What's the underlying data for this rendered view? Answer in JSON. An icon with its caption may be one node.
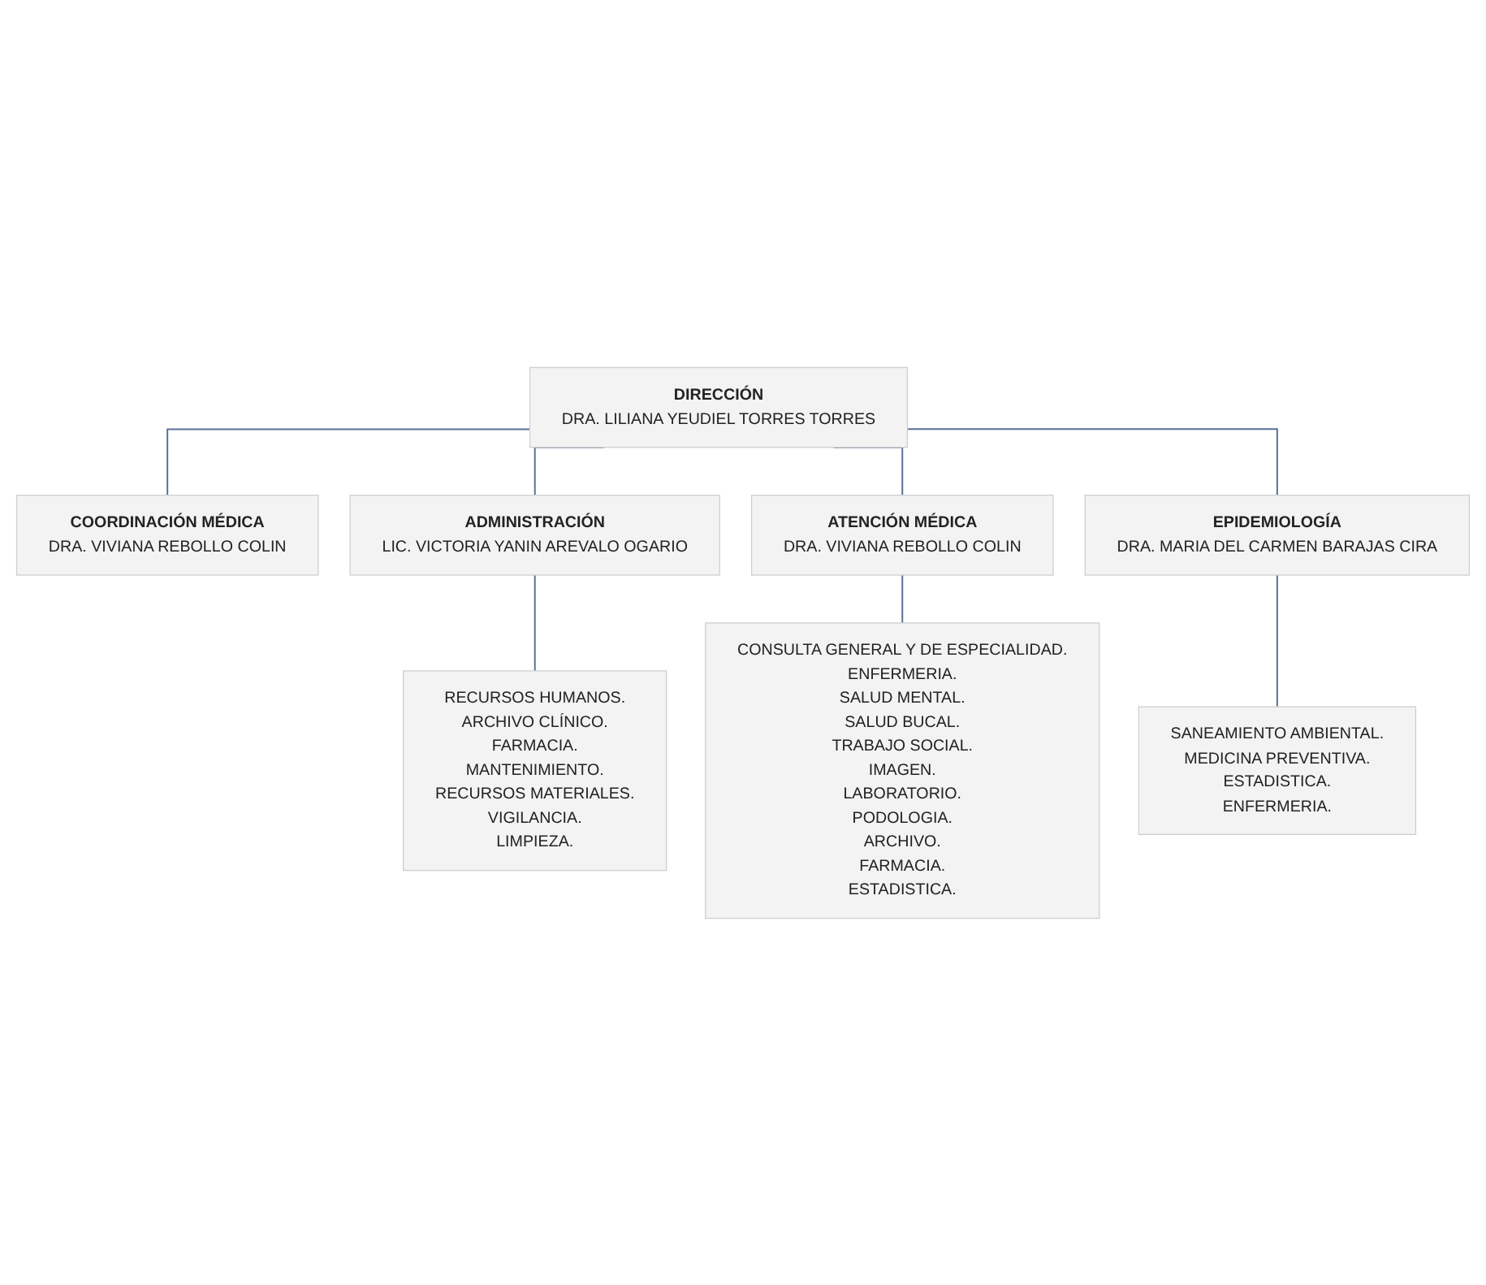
{
  "diagram": {
    "nodes": [
      {
        "text": [
          "DIRECCIÓN",
          "DRA. LILIANA YEUDIEL TORRES TORRES"
        ]
      },
      {
        "text": [
          "COORDINACIÓN MÉDICA",
          "DRA. VIVIANA REBOLLO COLIN"
        ]
      },
      {
        "text": [
          "ADMINISTRACIÓN",
          "LIC. VICTORIA YANIN AREVALO OGARIO"
        ]
      },
      {
        "text": [
          "ATENCIÓN MÉDICA",
          "DRA. VIVIANA REBOLLO COLIN"
        ]
      },
      {
        "text": [
          "EPIDEMIOLOGÍA",
          "DRA. MARIA DEL CARMEN BARAJAS CIRA"
        ]
      },
      {
        "text": [
          "RECURSOS HUMANOS.",
          "ARCHIVO CLÍNICO.",
          "FARMACIA.",
          "MANTENIMIENTO.",
          "RECURSOS MATERIALES.",
          "VIGILANCIA.",
          "LIMPIEZA."
        ]
      },
      {
        "text": [
          "CONSULTA GENERAL Y DE ESPECIALIDAD.",
          "ENFERMERIA.",
          "SALUD MENTAL.",
          "SALUD BUCAL.",
          "TRABAJO SOCIAL.",
          "IMAGEN.",
          "LABORATORIO.",
          "PODOLOGIA.",
          "ARCHIVO.",
          "FARMACIA.",
          "ESTADISTICA."
        ]
      },
      {
        "text": [
          "SANEAMIENTO AMBIENTAL.",
          "MEDICINA PREVENTIVA.",
          "ESTADISTICA.",
          "ENFERMERIA."
        ]
      }
    ],
    "edges": [
      {
        "from": 0,
        "to": 1,
        "arrow": "none"
      },
      {
        "from": 0,
        "to": 2,
        "arrow": "none"
      },
      {
        "from": 0,
        "to": 3,
        "arrow": "none"
      },
      {
        "from": 0,
        "to": 4,
        "arrow": "none"
      },
      {
        "from": 2,
        "to": 5,
        "arrow": "none"
      },
      {
        "from": 3,
        "to": 6,
        "arrow": "none"
      },
      {
        "from": 4,
        "to": 7,
        "arrow": "none"
      }
    ]
  }
}
